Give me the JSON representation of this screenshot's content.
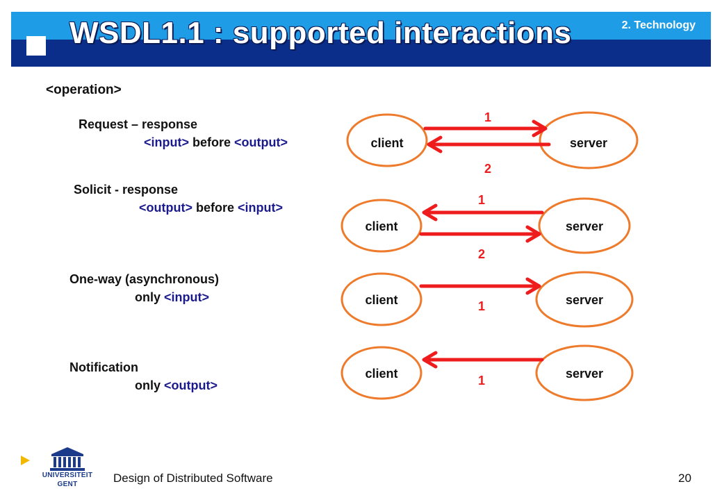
{
  "header": {
    "title": "WSDL1.1 : supported interactions",
    "section": "2. Technology"
  },
  "operation_label": "<operation>",
  "patterns": [
    {
      "name": "Request – response",
      "before": "",
      "tag1": "<input>",
      "mid": " before ",
      "tag2": "<output>",
      "client": "client",
      "server": "server",
      "n1": "1",
      "n2": "2"
    },
    {
      "name": "Solicit - response",
      "before": "",
      "tag1": "<output>",
      "mid": " before ",
      "tag2": "<input>",
      "client": "client",
      "server": "server",
      "n1": "1",
      "n2": "2"
    },
    {
      "name": "One-way (asynchronous)",
      "before": "only ",
      "tag1": "<input>",
      "mid": "",
      "tag2": "",
      "client": "client",
      "server": "server",
      "n1": "1"
    },
    {
      "name": "Notification",
      "before": "only ",
      "tag1": "<output>",
      "mid": "",
      "tag2": "",
      "client": "client",
      "server": "server",
      "n1": "1"
    }
  ],
  "footer": {
    "course": "Design of Distributed Software",
    "page": "20",
    "logo_line1": "UNIVERSITEIT",
    "logo_line2": "GENT"
  },
  "colors": {
    "header_light": "#1e9ce6",
    "header_dark": "#0b2e8a",
    "ellipse": "#ee7a2c",
    "arrow": "#ee1c1c",
    "tag": "#1a1a8c"
  }
}
